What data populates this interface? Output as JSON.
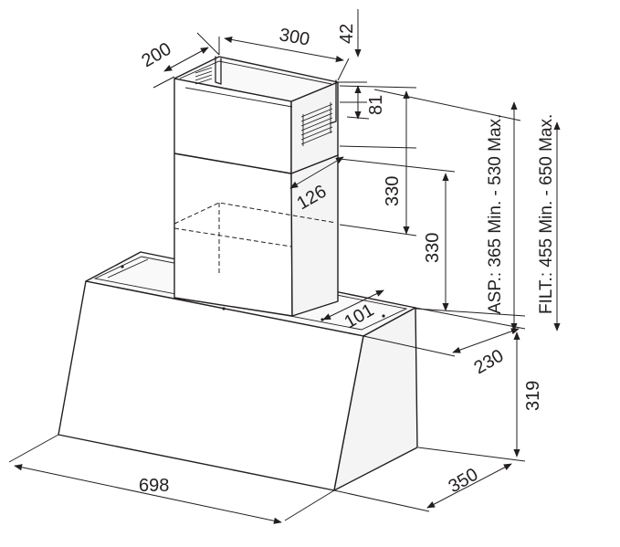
{
  "dimensions": {
    "chimney_depth": "200",
    "chimney_width": "300",
    "top_offset": "42",
    "upper_chimney_height": "81",
    "outlet_offset": "126",
    "chimney_section_upper": "330",
    "chimney_section_lower": "330",
    "outlet_depth": "101",
    "canopy_rear_offset": "230",
    "canopy_height": "319",
    "canopy_width": "698",
    "canopy_depth": "350"
  },
  "ranges": {
    "asp": "ASP.: 365 Min. - 530 Max.",
    "filt": "FILT.: 455 Min. - 650 Max."
  }
}
